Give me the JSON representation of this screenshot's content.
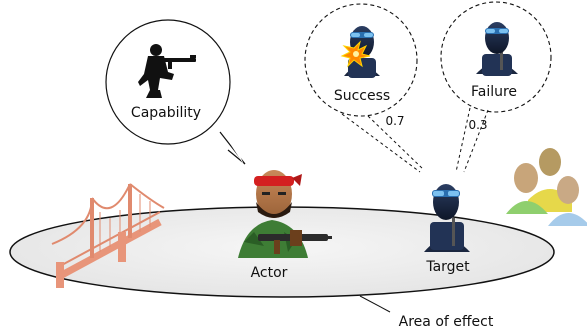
{
  "labels": {
    "capability": "Capability",
    "success": "Success",
    "failure": "Failure",
    "prob_success": "0.7",
    "prob_failure": "0.3",
    "actor": "Actor",
    "target": "Target",
    "area_of_effect": "Area of effect"
  },
  "icons": {
    "capability": "rifleman-silhouette-icon",
    "success": "masked-target-hit-icon",
    "failure": "masked-target-icon",
    "actor": "armed-actor-icon",
    "target": "masked-target-icon",
    "bridge": "bridge-icon",
    "bystanders": "civilian-group-icon"
  },
  "colors": {
    "ellipse_fill": "#ededed",
    "ellipse_stroke": "#111111",
    "bridge": "#e08a6e",
    "explosion": "#ff8800",
    "bandana": "#d42020",
    "mask": "#1a2a44",
    "goggles": "#2a6fb0"
  }
}
